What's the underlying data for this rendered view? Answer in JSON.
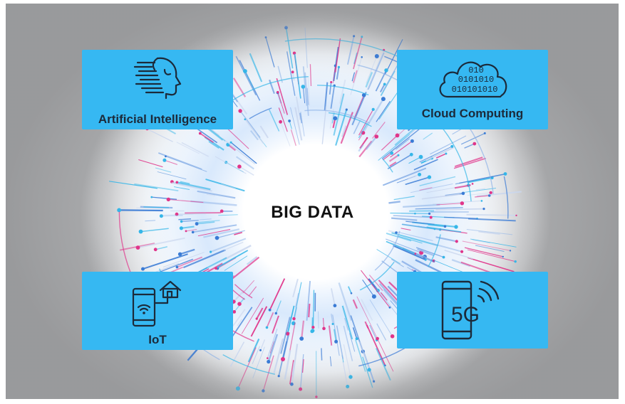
{
  "center": {
    "title": "BIG DATA"
  },
  "cards": {
    "ai": {
      "label": "Artificial Intelligence",
      "icon": "ai-head-icon"
    },
    "cloud": {
      "label": "Cloud Computing",
      "icon": "cloud-binary-icon",
      "binary": [
        "010",
        "0101010",
        "010101010"
      ]
    },
    "iot": {
      "label": "IoT",
      "icon": "phone-wifi-home-icon"
    },
    "fiveg": {
      "label": "5G",
      "icon": "phone-5g-signal-icon"
    }
  },
  "colors": {
    "card": "#36b8f2",
    "ring_pink": "#e0358a",
    "ring_blue": "#3a7bd5",
    "ring_cyan": "#35b6e8",
    "background": "#a8a9ab"
  }
}
